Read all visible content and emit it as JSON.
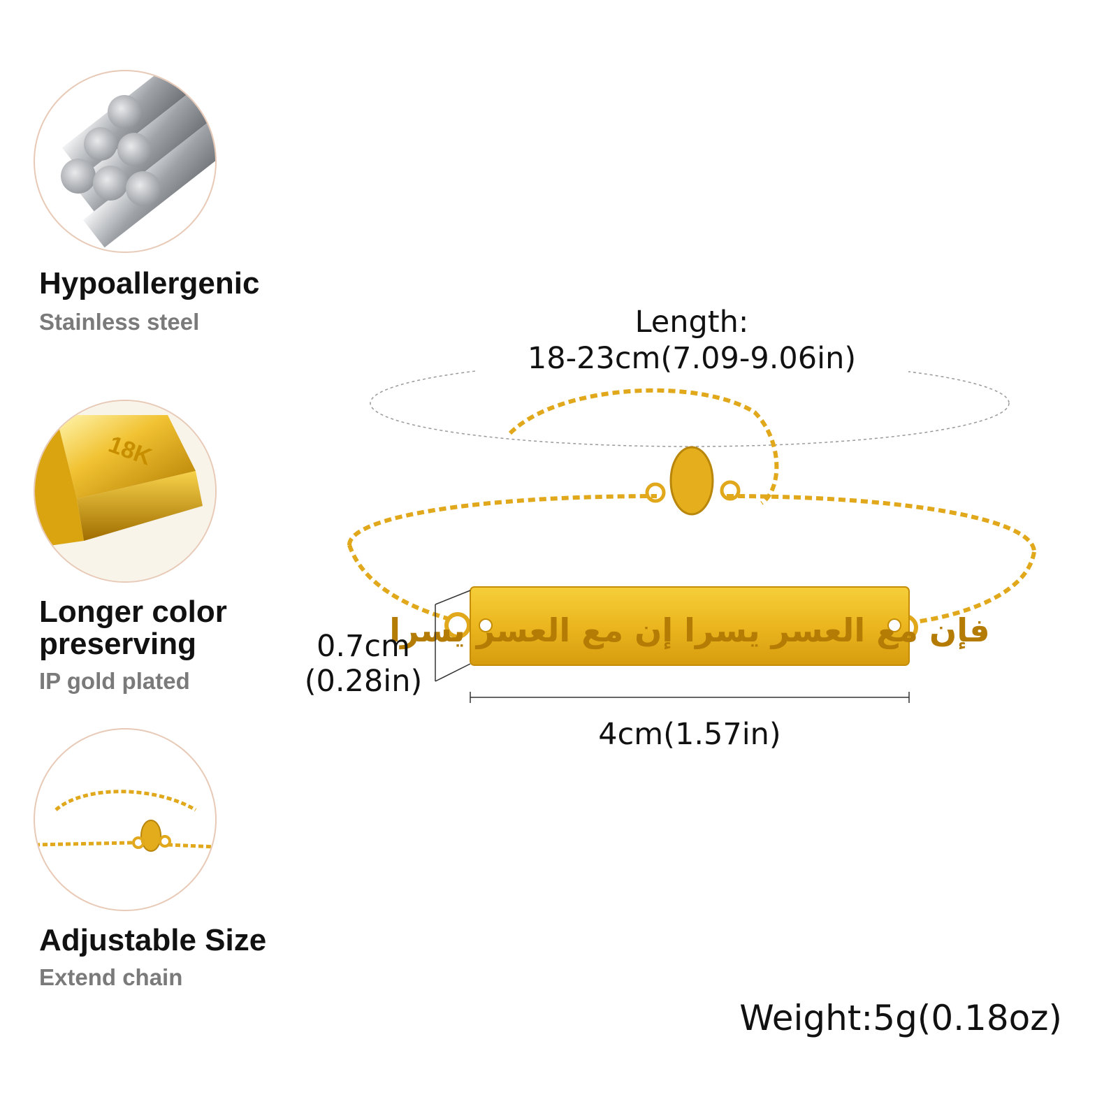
{
  "features": [
    {
      "title": "Hypoallergenic",
      "subtitle": "Stainless steel",
      "icon": "steel-rods-icon"
    },
    {
      "title_line1": "Longer color",
      "title_line2": "preserving",
      "subtitle": "IP gold plated",
      "badge": "18K",
      "icon": "gold-bar-icon"
    },
    {
      "title": "Adjustable Size",
      "subtitle": "Extend chain",
      "icon": "extend-chain-icon"
    }
  ],
  "product": {
    "length_label": "Length:",
    "length_value": "18-23cm(7.09-9.06in)",
    "height_value": "0.7cm",
    "height_value_in": "(0.28in)",
    "width_value": "4cm(1.57in)",
    "weight": "Weight:5g(0.18oz)",
    "engraving": "فإن مع العسر يسرا إن مع العسر يسرا"
  },
  "colors": {
    "gold": "#e6b422",
    "gold_dark": "#b8860b",
    "steel": "#b9bcc0",
    "ring": "#e8c9b6"
  }
}
